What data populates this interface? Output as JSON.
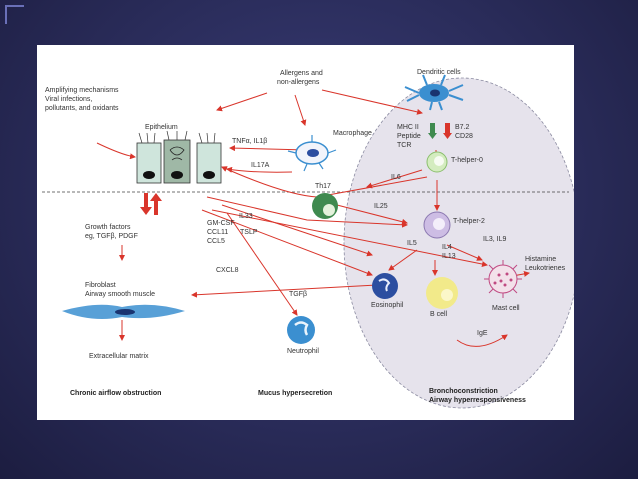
{
  "labels": {
    "amplifying": [
      "Amplifying mechanisms",
      "Viral infections,",
      "pollutants, and oxidants"
    ],
    "allergens": [
      "Allergens and",
      "non-allergens"
    ],
    "dendritic_cells": "Dendritic cells",
    "epithelium": "Epithelium",
    "tnf_il1": "TNFα, IL1β",
    "macrophage": "Macrophage",
    "il17a": "IL17A",
    "th17": "Th17",
    "mhc": [
      "MHC II",
      "Peptide",
      "TCR"
    ],
    "costim": [
      "B7.2",
      "CD28"
    ],
    "t_helper_0": "T-helper-0",
    "il6": "IL6",
    "il25": "IL25",
    "t_helper_2": "T-helper-2",
    "il33": "IL33",
    "tslp": "TSLP",
    "gm_csf": [
      "GM-CSF",
      "CCL11",
      "CCL5"
    ],
    "growth_factors": [
      "Growth factors",
      "eg, TGFβ, PDGF"
    ],
    "il5": "IL5",
    "il4_il13": [
      "IL4",
      "IL13"
    ],
    "il3_il9": "IL3, IL9",
    "histamine": [
      "Histamine",
      "Leukotrienes"
    ],
    "fibroblast": [
      "Fibroblast",
      "Airway smooth muscle"
    ],
    "tgfb": "TGFβ",
    "cxcl8": "CXCL8",
    "eosinophil": "Eosinophil",
    "b_cell": "B cell",
    "mast_cell": "Mast cell",
    "ige": "IgE",
    "neutrophil": "Neutrophil",
    "ecm": "Extracellular matrix",
    "chronic": "Chronic airflow obstruction",
    "mucus": "Mucus hypersecretion",
    "broncho": [
      "Bronchoconstriction",
      "Airway hyperresponsiveness"
    ]
  },
  "colors": {
    "arrow": "#d9352b",
    "ellipse_fill": "#e6e3ec",
    "epithelium": "#cfe5dc",
    "th17": "#3f8a4f",
    "th2": "#cdbde4",
    "th0": "#d4ecbf",
    "eosinophil": "#2c4ea0",
    "b_cell": "#f2ea8a",
    "mast_cell": "#c04a82",
    "neutrophil": "#3b8fd0"
  }
}
